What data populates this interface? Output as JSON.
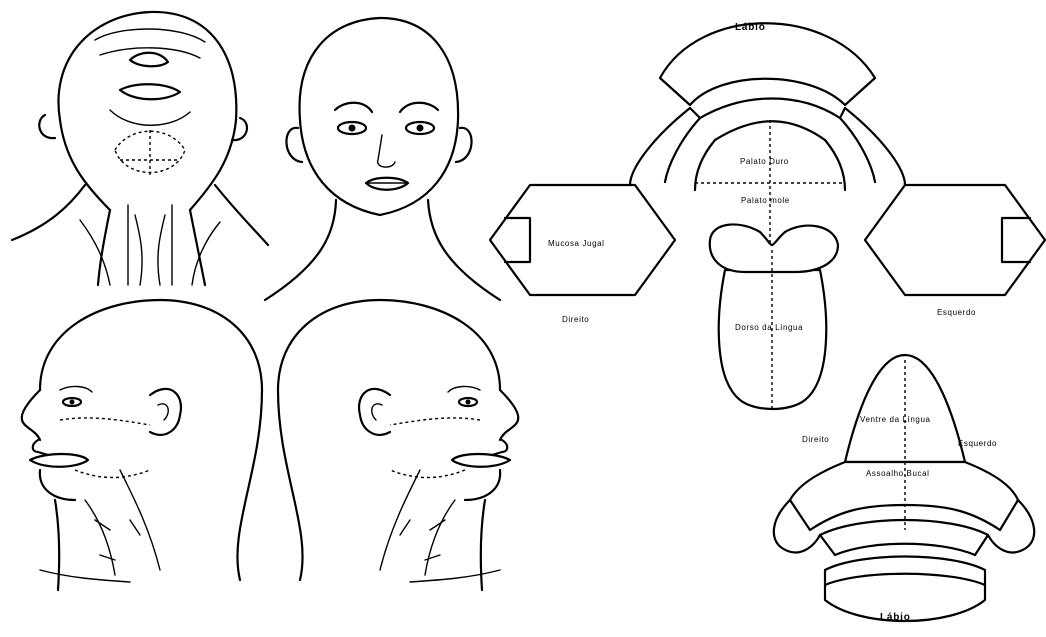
{
  "upper_mouth_map": {
    "lip": "Lábio",
    "hard_palate": "Palato Duro",
    "soft_palate": "Palato mole",
    "buccal_mucosa": "Mucosa Jugal",
    "tongue_dorsum": "Dorso da Língua",
    "right": "Direito",
    "left": "Esquerdo"
  },
  "lower_mouth_map": {
    "tongue_ventral": "Ventre da Língua",
    "mouth_floor": "Assoalho Bucal",
    "right": "Direito",
    "left": "Esquerdo",
    "lip": "Lábio"
  }
}
